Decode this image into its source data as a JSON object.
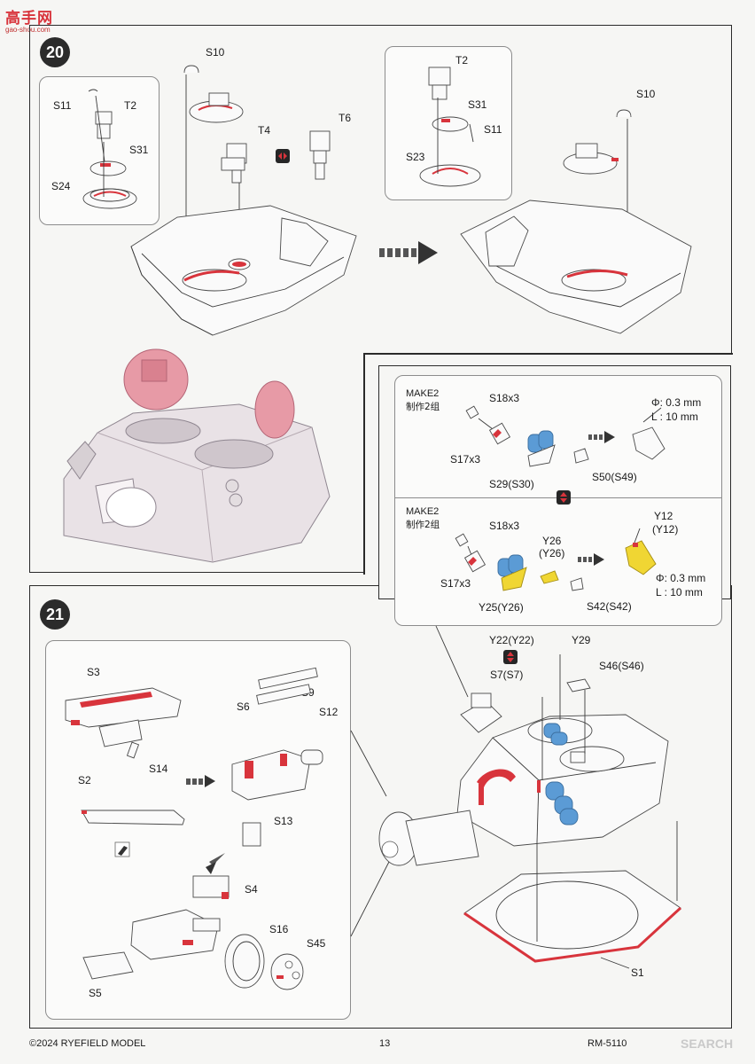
{
  "watermark": {
    "site_name": "高手网",
    "site_url": "gao-shou.com"
  },
  "step20": {
    "number": "20",
    "labels": {
      "s11": "S11",
      "t2": "T2",
      "s31": "S31",
      "s24": "S24",
      "s10": "S10",
      "t4": "T4",
      "t6": "T6",
      "t2b": "T2",
      "s31b": "S31",
      "s11b": "S11",
      "s23": "S23",
      "s10b": "S10"
    }
  },
  "make_panel": {
    "top": {
      "make": "MAKE2",
      "make_cn": "制作2组",
      "s18": "S18x3",
      "s17": "S17x3",
      "s29": "S29(S30)",
      "s50": "S50(S49)",
      "phi": "Φ: 0.3 mm",
      "length": "L : 10  mm"
    },
    "bottom": {
      "make": "MAKE2",
      "make_cn": "制作2组",
      "s18": "S18x3",
      "s17": "S17x3",
      "y26": "Y26",
      "y26b": "(Y26)",
      "y25": "Y25(Y26)",
      "s42": "S42(S42)",
      "y12": "Y12",
      "y12b": "(Y12)",
      "phi": "Φ: 0.3 mm",
      "length": "L : 10  mm"
    }
  },
  "step21": {
    "number": "21",
    "labels": {
      "s3": "S3",
      "s14": "S14",
      "s2": "S2",
      "s6": "S6",
      "s9": "S9",
      "s12": "S12",
      "s13": "S13",
      "s4": "S4",
      "s16": "S16",
      "s45": "S45",
      "s5": "S5",
      "y22": "Y22(Y22)",
      "y29": "Y29",
      "s7": "S7(S7)",
      "s46": "S46(S46)",
      "s1": "S1"
    }
  },
  "footer": {
    "copyright": "©2024 RYEFIELD MODEL",
    "page_number": "13",
    "code": "RM-5110",
    "code_overlay": "SEARCH"
  },
  "colors": {
    "highlight_red": "#d8343c",
    "highlight_blue": "#5b9bd5",
    "highlight_yellow": "#f0d633",
    "model_pink": "#e79aa6",
    "model_grey": "#e9e2e6"
  }
}
